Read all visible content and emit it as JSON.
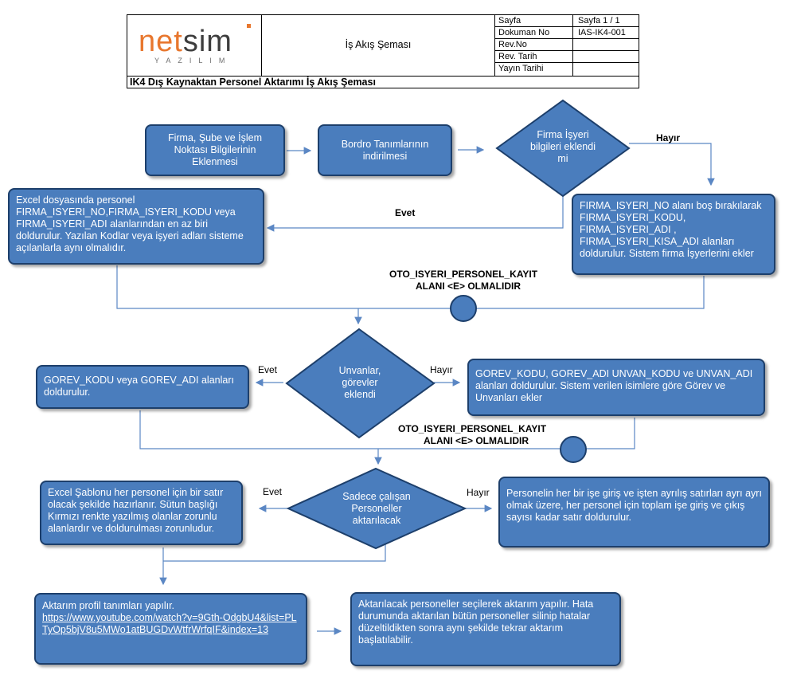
{
  "header": {
    "logo_brand": "netsim",
    "logo_brand_a": "net",
    "logo_brand_b": "sim",
    "logo_sub": "YAZILIM",
    "doc_title": "İş Akış Şeması",
    "rows": [
      {
        "label": "Sayfa",
        "value": "Sayfa 1 / 1"
      },
      {
        "label": "Dokuman No",
        "value": "IAS-IK4-001"
      },
      {
        "label": "Rev.No",
        "value": ""
      },
      {
        "label": "Rev. Tarih",
        "value": ""
      },
      {
        "label": "Yayın Tarihi",
        "value": ""
      }
    ],
    "subtitle": "IK4 Dış Kaynaktan Personel Aktarımı İş Akış Şeması"
  },
  "flow": {
    "box1": "Firma, Şube ve İşlem Noktası Bilgilerinin Eklenmesi",
    "box2": "Bordro Tanımlarının indirilmesi",
    "diamond1": "Firma İşyeri bilgileri eklendi  mi",
    "d1_no": "Hayır",
    "d1_yes": "Evet",
    "box_left1": "Excel dosyasında personel FIRMA_ISYERI_NO,FIRMA_ISYERI_KODU veya FIRMA_ISYERI_ADI alanlarından en az biri doldurulur. Yazılan Kodlar veya işyeri adları sisteme açılanlarla aynı olmalıdır.",
    "box_right1": "FIRMA_ISYERI_NO  alanı boş bırakılarak FIRMA_ISYERI_KODU, FIRMA_ISYERI_ADI , FIRMA_ISYERI_KISA_ADI alanları doldurulur. Sistem firma İşyerlerini ekler",
    "note1_l1": "OTO_ISYERI_PERSONEL_KAYIT",
    "note1_l2": "ALANI <E> OLMALIDIR",
    "diamond2": "Unvanlar, görevler eklendi",
    "d2_yes": "Evet",
    "d2_no": "Hayır",
    "box_left2": "GOREV_KODU veya GOREV_ADI alanları doldurulur.",
    "box_right2": "GOREV_KODU, GOREV_ADI UNVAN_KODU ve UNVAN_ADI alanları doldurulur. Sistem verilen isimlere göre Görev ve Unvanları ekler",
    "note2_l1": "OTO_ISYERI_PERSONEL_KAYIT",
    "note2_l2": "ALANI <E> OLMALIDIR",
    "diamond3": "Sadece çalışan Personeller aktarılacak",
    "d3_yes": "Evet",
    "d3_no": "Hayır",
    "box_left3": "Excel Şablonu her personel için bir satır olacak şekilde hazırlanır. Sütun başlığı Kırmızı renkte yazılmış olanlar zorunlu alanlardır ve doldurulması zorunludur.",
    "box_right3": "Personelin her bir işe giriş ve işten ayrılış satırları ayrı ayrı olmak üzere, her personel için toplam işe giriş ve çıkış sayısı kadar satır doldurulur.",
    "box_bl_title": "Aktarım profil tanımları yapılır.",
    "box_bl_link": "https://www.youtube.com/watch?v=9Gth-OdgbU4&list=PLTyOp5bjV8u5MWo1atBUGDvWtfrWrfqIF&index=13",
    "box_br": "Aktarılacak personeller seçilerek aktarım yapılır. Hata durumunda aktarılan bütün personeller silinip hatalar düzeltildikten sonra aynı şekilde tekrar aktarım başlatılabilir."
  },
  "colors": {
    "box_fill": "#4a7dbd",
    "box_border": "#1d3f6b",
    "line": "#5b87c4",
    "logo_accent": "#e8772e"
  }
}
